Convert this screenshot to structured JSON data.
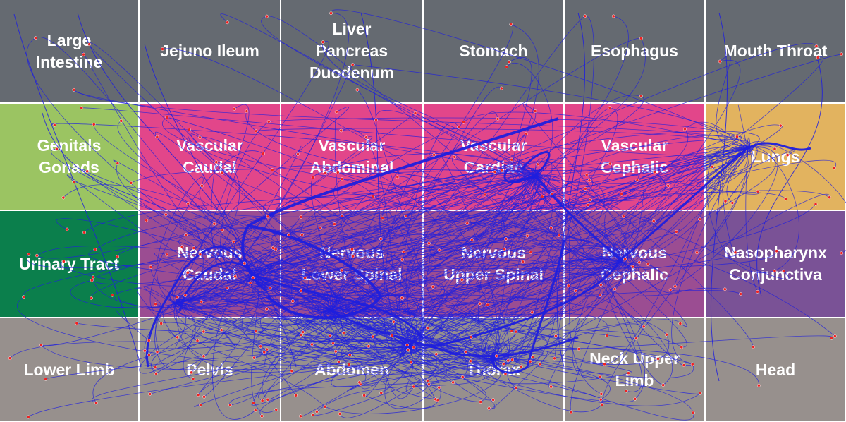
{
  "colors": {
    "gray": "#656a71",
    "green_light": "#9bc462",
    "pink": "#e2468a",
    "orange": "#e2b35f",
    "green_dark": "#0b7f4c",
    "purple": "#9b4d92",
    "purple_blue": "#7a5296",
    "taupe": "#97908d",
    "edge": "#1f1fdd",
    "node": "#ee2222",
    "grid_line": "#ffffff"
  },
  "rows": [
    {
      "cells": [
        {
          "label": "Large\nIntestine",
          "color": "gray"
        },
        {
          "label": "Jejuno Ileum",
          "color": "gray"
        },
        {
          "label": "Liver\nPancreas\nDuodenum",
          "color": "gray"
        },
        {
          "label": "Stomach",
          "color": "gray"
        },
        {
          "label": "Esophagus",
          "color": "gray"
        },
        {
          "label": "Mouth Throat",
          "color": "gray"
        }
      ]
    },
    {
      "cells": [
        {
          "label": "Genitals\nGonads",
          "color": "green_light"
        },
        {
          "label": "Vascular\nCaudal",
          "color": "pink"
        },
        {
          "label": "Vascular\nAbdominal",
          "color": "pink"
        },
        {
          "label": "Vascular\nCardiac",
          "color": "pink"
        },
        {
          "label": "Vascular\nCephalic",
          "color": "pink"
        },
        {
          "label": "Lungs",
          "color": "orange"
        }
      ]
    },
    {
      "cells": [
        {
          "label": "Urinary Tract",
          "color": "green_dark"
        },
        {
          "label": "Nervous\nCaudal",
          "color": "purple"
        },
        {
          "label": "Nervous\nLower Spinal",
          "color": "purple"
        },
        {
          "label": "Nervous\nUpper Spinal",
          "color": "purple"
        },
        {
          "label": "Nervous\nCephalic",
          "color": "purple"
        },
        {
          "label": "Nasopharynx\nConjunctiva",
          "color": "purple_blue"
        }
      ]
    },
    {
      "cells": [
        {
          "label": "Lower Limb",
          "color": "taupe"
        },
        {
          "label": "Pelvis",
          "color": "taupe"
        },
        {
          "label": "Abdomen",
          "color": "taupe"
        },
        {
          "label": "Thorax",
          "color": "taupe"
        },
        {
          "label": "Neck Upper\nLimb",
          "color": "taupe"
        },
        {
          "label": "Head",
          "color": "taupe"
        }
      ]
    }
  ]
}
